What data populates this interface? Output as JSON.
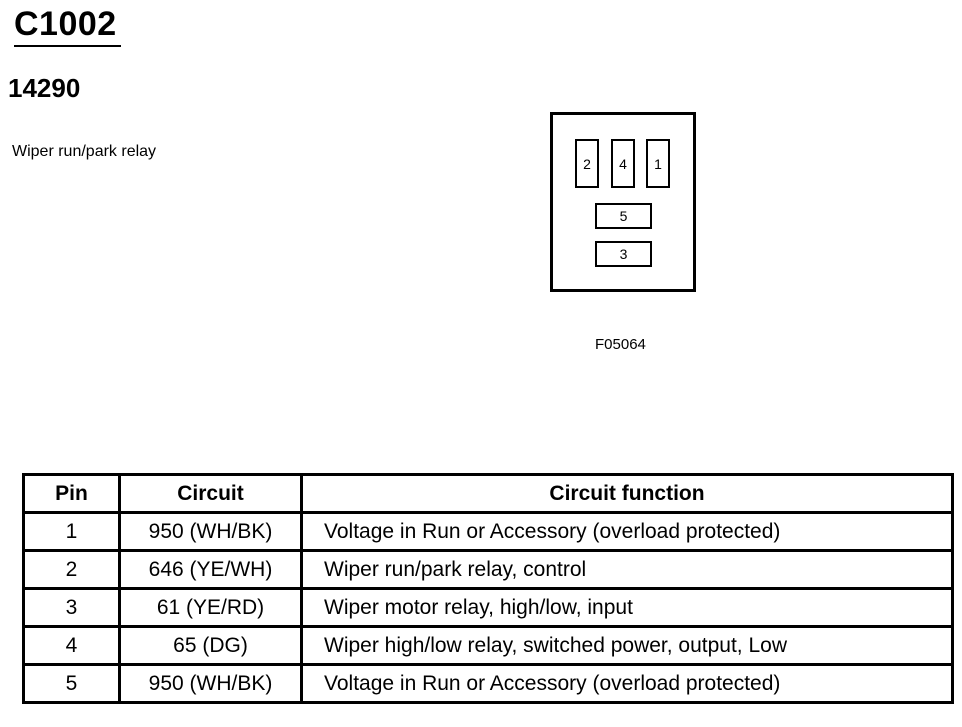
{
  "header": {
    "connector_id": "C1002",
    "part_number": "14290",
    "description": "Wiper run/park relay"
  },
  "connector_face": {
    "pins": [
      "2",
      "4",
      "1",
      "5",
      "3"
    ],
    "figure_id": "F05064"
  },
  "pin_table": {
    "columns": [
      "Pin",
      "Circuit",
      "Circuit function"
    ],
    "rows": [
      [
        "1",
        "950 (WH/BK)",
        "Voltage in Run or Accessory (overload protected)"
      ],
      [
        "2",
        "646 (YE/WH)",
        "Wiper run/park relay, control"
      ],
      [
        "3",
        "61 (YE/RD)",
        "Wiper motor relay, high/low, input"
      ],
      [
        "4",
        "65 (DG)",
        "Wiper high/low relay, switched power, output, Low"
      ],
      [
        "5",
        "950 (WH/BK)",
        "Voltage in Run or Accessory (overload protected)"
      ]
    ]
  }
}
